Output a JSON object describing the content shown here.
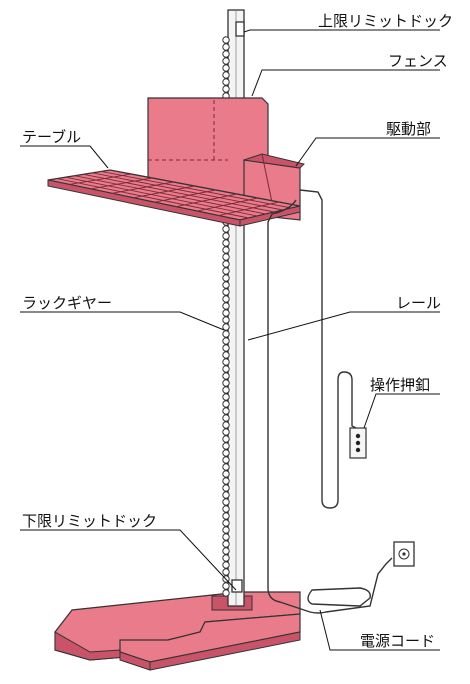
{
  "labels": {
    "upper_limit_dog": "上限リミットドック",
    "fence": "フェンス",
    "table": "テーブル",
    "drive_unit": "駆動部",
    "rack_gear": "ラックギヤー",
    "rail": "レール",
    "control_pendant": "操作押釦",
    "lower_limit_dog": "下限リミットドック",
    "power_cord": "電源コード"
  },
  "colors": {
    "part_fill": "#e97b8b",
    "part_dark": "#c9546a",
    "outline": "#333333",
    "line": "#111111",
    "rail_fill": "#f4f4f4"
  }
}
